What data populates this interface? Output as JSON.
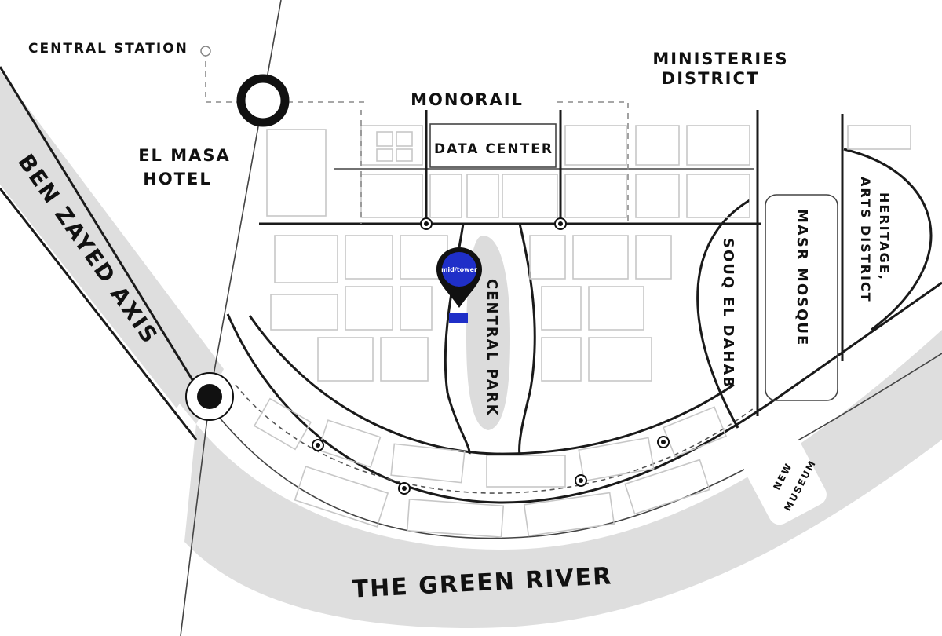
{
  "labels": {
    "central_station": "CENTRAL STATION",
    "ministeries_line1": "MINISTERIES",
    "ministeries_line2": "DISTRICT",
    "monorail": "MONORAIL",
    "el_masa_line1": "EL MASA",
    "el_masa_line2": "HOTEL",
    "data_center": "DATA CENTER",
    "ben_zayed": "BEN ZAYED AXIS",
    "central_park": "CENTRAL PARK",
    "souq": "SOUQ EL DAHAB",
    "masr_mosque": "MASR MOSQUE",
    "heritage_line1": "HERITAGE,",
    "heritage_line2": "ARTS DISTRICT",
    "new_line1": "NEW",
    "new_line2": "MUSEUM",
    "green_river": "THE GREEN RIVER",
    "marker_logo": "mid/tower"
  },
  "colors": {
    "marker": "#1f2fc8",
    "river": "#dedede",
    "blocks": "#c7c7c7",
    "roads": "#1a1a1a"
  }
}
